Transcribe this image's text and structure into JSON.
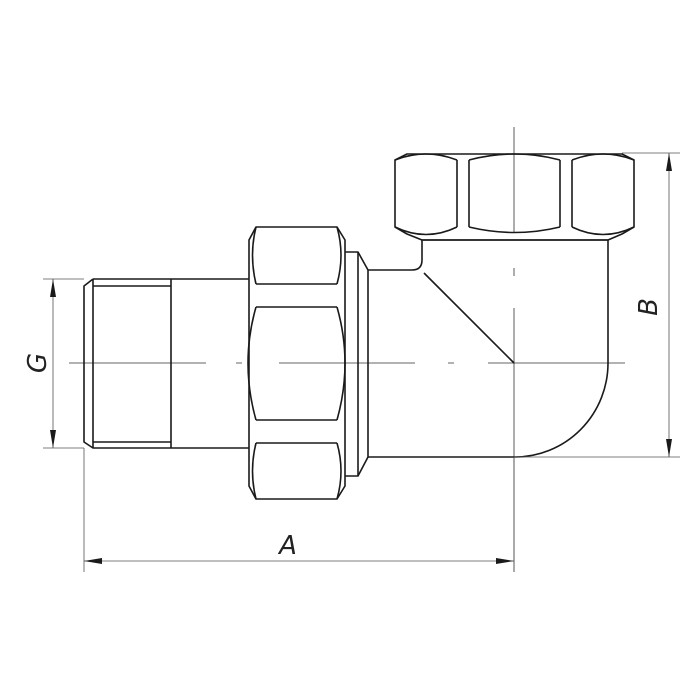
{
  "drawing": {
    "dimensions": {
      "thread_size_label": "G",
      "length_label": "A",
      "height_label": "B"
    },
    "colors": {
      "line": "#1a1a1a",
      "dimension_line": "#555555",
      "background": "#ffffff"
    }
  }
}
